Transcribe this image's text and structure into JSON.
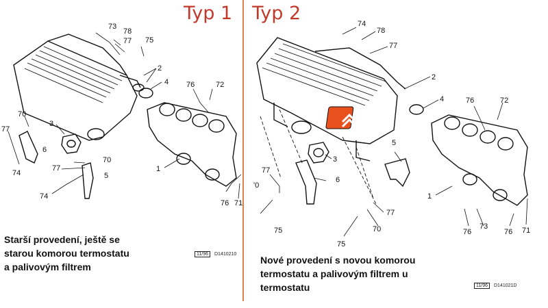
{
  "titles": {
    "left": "Typ 1",
    "right": "Typ 2"
  },
  "captions": {
    "left": "Starší provedení, ještě se\nstarou komorou termostatu\na palivovým filtrem",
    "right": "Nové provedení s novou komorou\ntermostatu a palivovým filtrem u\ntermostatu"
  },
  "codes": {
    "left": {
      "box": "11/96",
      "text": "D1410210"
    },
    "right": {
      "box": "11/96",
      "text": "D141021D"
    }
  },
  "left_labels": {
    "l73": "73",
    "l78": "78",
    "l77a": "77",
    "l75a": "75",
    "l2": "2",
    "l4": "4",
    "l76a": "76",
    "l72": "72",
    "l70a": "70",
    "l77b": "77",
    "l74a": "74",
    "l6": "6",
    "l3": "3",
    "l70b": "70",
    "l77c": "77",
    "l5": "5",
    "l74b": "74",
    "l1": "1",
    "l76b": "76",
    "l71": "71"
  },
  "right_labels": {
    "r74": "74",
    "r78": "78",
    "r77a": "77",
    "r2": "2",
    "r4": "4",
    "r76a": "76",
    "r72": "72",
    "r5": "5",
    "r3": "3",
    "r77b": "77",
    "r70a": "'0",
    "r6": "6",
    "r75a": "75",
    "r77c": "77",
    "r70b": "70",
    "r75b": "75",
    "r1": "1",
    "r76b": "76",
    "r73": "73",
    "r76c": "76",
    "r71": "71"
  },
  "colors": {
    "title": "#c0392b",
    "divider": "#d9814a",
    "logo": "#e8501e"
  },
  "icons": {
    "brand": "citroen-chevron-icon"
  }
}
